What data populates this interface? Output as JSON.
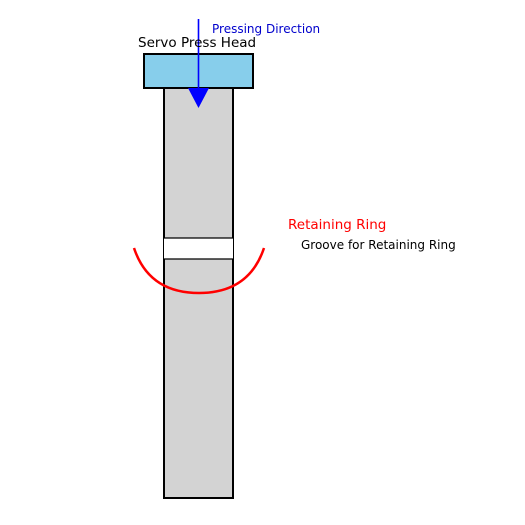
{
  "labels": {
    "press_head": "Servo Press Head",
    "direction": "Pressing Direction",
    "retaining_ring": "Retaining Ring",
    "groove": "Groove for Retaining Ring"
  },
  "colors": {
    "press_head_fill": "#87ceeb",
    "shaft_fill": "#d3d3d3",
    "groove_fill": "#ffffff",
    "outline": "#000000",
    "direction_arrow": "#0000ff",
    "direction_text": "#0000cc",
    "ring": "#ff0000",
    "ring_text": "#ff0000",
    "groove_text": "#000000"
  }
}
